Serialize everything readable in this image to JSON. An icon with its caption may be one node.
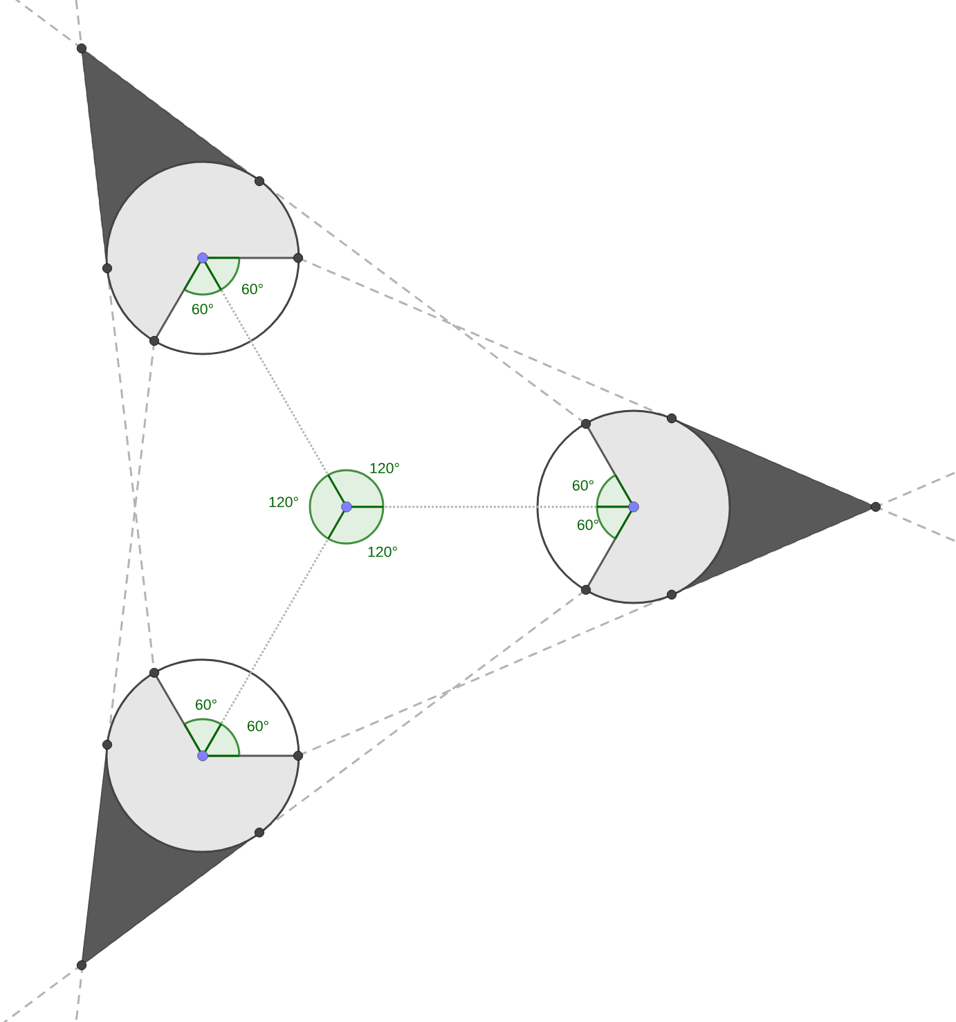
{
  "diagram": {
    "labels": [
      "60°",
      "60°",
      "120°",
      "60°",
      "120°",
      "60°",
      "120°",
      "60°",
      "60°"
    ]
  }
}
